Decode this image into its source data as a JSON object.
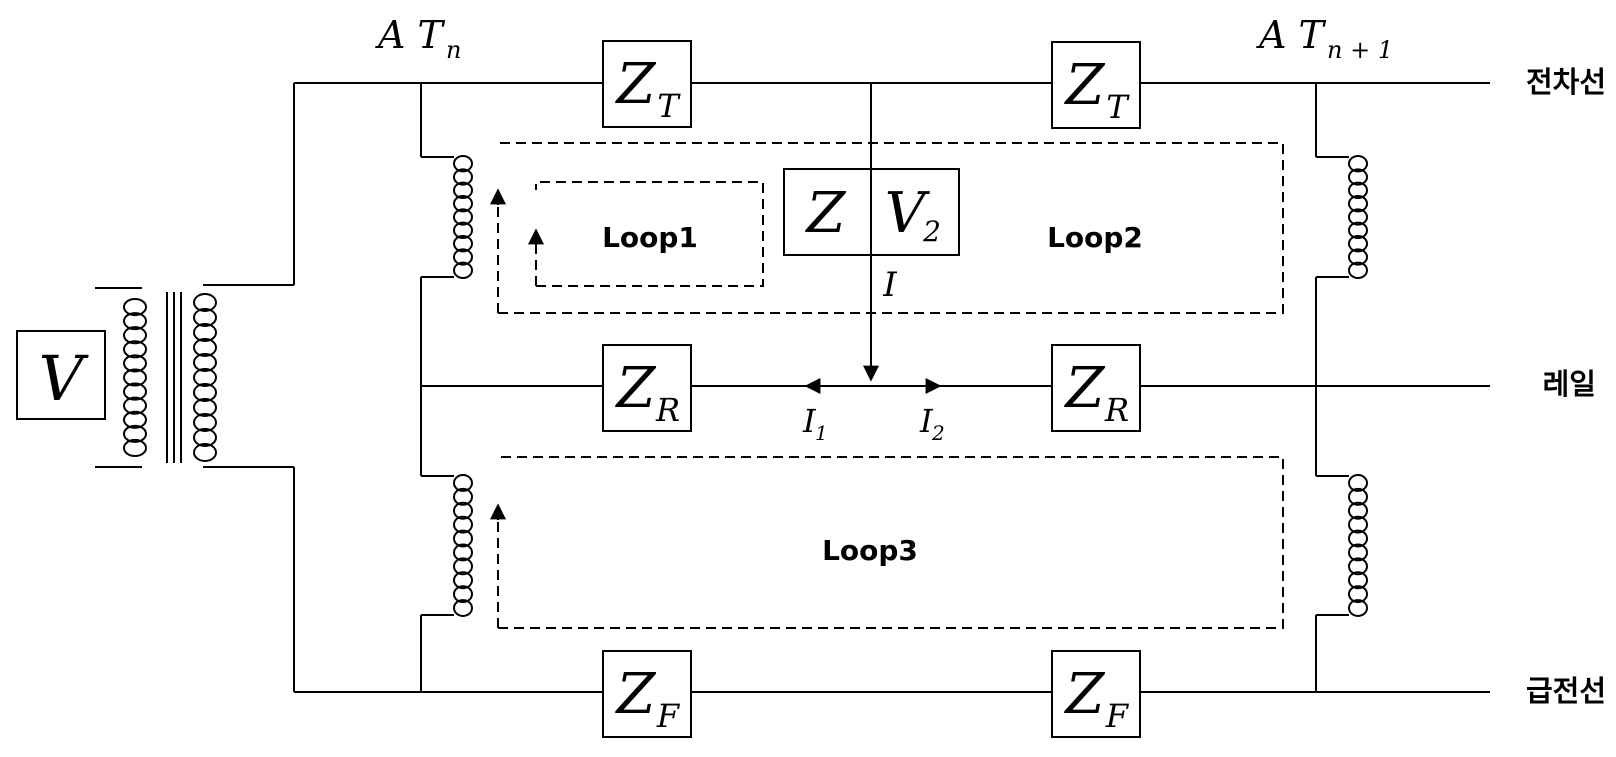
{
  "labels": {
    "at_n": {
      "main": "A T",
      "sub": "n"
    },
    "at_n1": {
      "main": "A T",
      "sub": "n + 1"
    },
    "line_trolley": "전차선",
    "line_rail": "레일",
    "line_feeder": "급전선",
    "loop1": "Loop1",
    "loop2": "Loop2",
    "loop3": "Loop3",
    "source": "V",
    "load_z": "Z",
    "load_v2": {
      "main": "V",
      "sub": "2"
    },
    "current_i": "I",
    "current_i1": {
      "main": "I",
      "sub": "1"
    },
    "current_i2": {
      "main": "I",
      "sub": "2"
    }
  },
  "impedances": {
    "zt_left": {
      "main": "Z",
      "sub": "T"
    },
    "zt_right": {
      "main": "Z",
      "sub": "T"
    },
    "zr_left": {
      "main": "Z",
      "sub": "R"
    },
    "zr_right": {
      "main": "Z",
      "sub": "R"
    },
    "zf_left": {
      "main": "Z",
      "sub": "F"
    },
    "zf_right": {
      "main": "Z",
      "sub": "F"
    }
  }
}
